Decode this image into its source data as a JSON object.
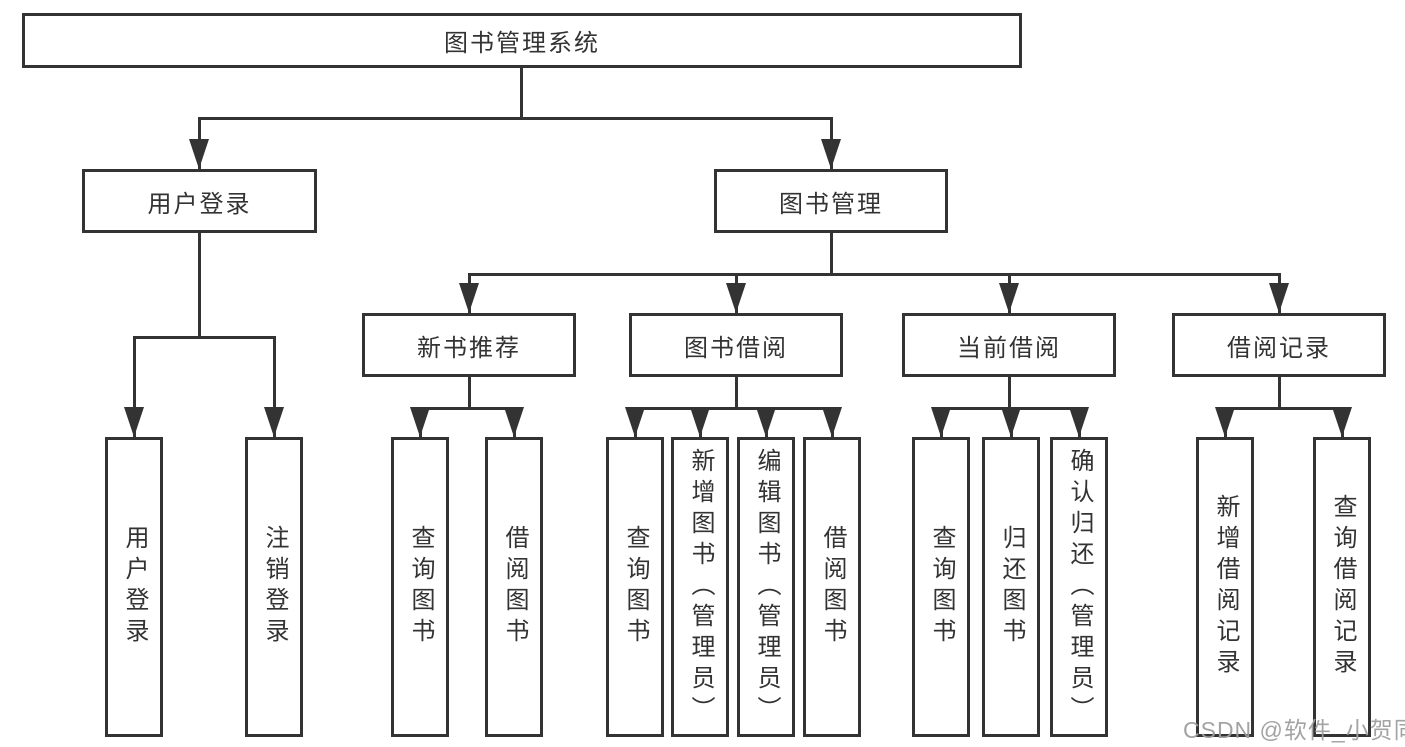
{
  "diagram_title": "图书管理系统",
  "tree": {
    "root": "图书管理系统",
    "branches": [
      {
        "label": "用户登录",
        "children": [
          "用户登录",
          "注销登录"
        ]
      },
      {
        "label": "图书管理",
        "groups": [
          {
            "label": "新书推荐",
            "children": [
              "查询图书",
              "借阅图书"
            ]
          },
          {
            "label": "图书借阅",
            "children": [
              "查询图书",
              "新增图书（管理员）",
              "编辑图书（管理员）",
              "借阅图书"
            ]
          },
          {
            "label": "当前借阅",
            "children": [
              "查询图书",
              "归还图书",
              "确认归还（管理员）"
            ]
          },
          {
            "label": "借阅记录",
            "children": [
              "新增借阅记录",
              "查询借阅记录"
            ]
          }
        ]
      }
    ]
  },
  "watermark": "CSDN @软件_小贺同学",
  "colors": {
    "line": "#333333",
    "text": "#333333",
    "background": "#ffffff",
    "watermark": "#9e9e9e"
  }
}
